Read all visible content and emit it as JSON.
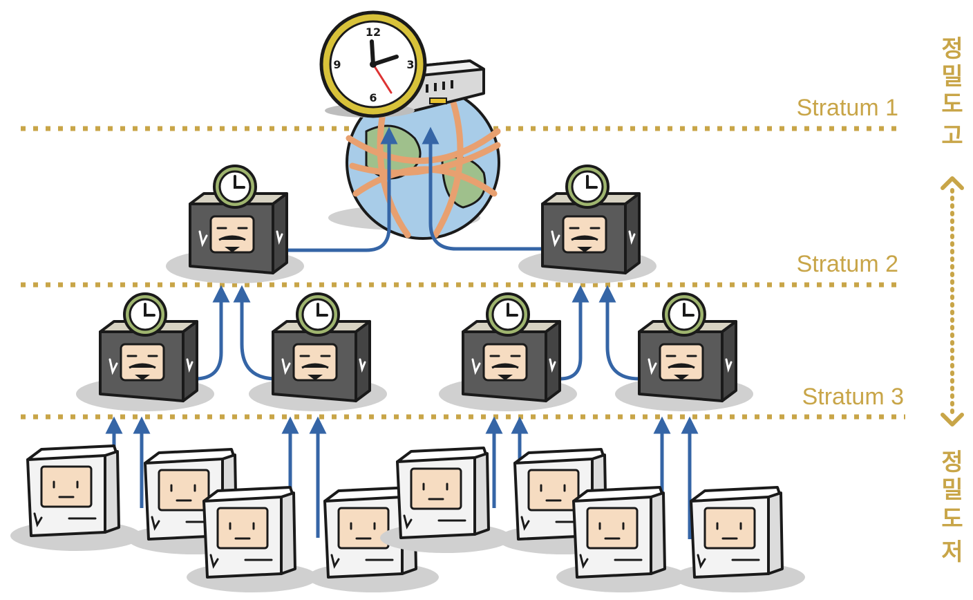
{
  "strata": [
    {
      "label": "Stratum 1"
    },
    {
      "label": "Stratum 2"
    },
    {
      "label": "Stratum 3"
    }
  ],
  "precision": {
    "high_chars": [
      "정",
      "밀",
      "도",
      "고"
    ],
    "low_chars": [
      "정",
      "밀",
      "도",
      "저"
    ]
  },
  "colors": {
    "accent": "#c8a548",
    "arrow": "#3565a6",
    "outline": "#1a1a1a",
    "server_body": "#5a5a5a",
    "client_body": "#f3f3f3",
    "face": "#f6dcc1",
    "clock_ring": "#d8c23a",
    "globe": "#a8cce8",
    "band": "#e8a070",
    "shadow": "#d0d0d0"
  },
  "icons": {
    "reference_clock": "wall-clock-icon",
    "reference_device": "gps-receiver-icon",
    "network": "globe-icon",
    "server": "ntp-server-icon",
    "client": "client-computer-icon",
    "range": "double-arrow-icon"
  }
}
